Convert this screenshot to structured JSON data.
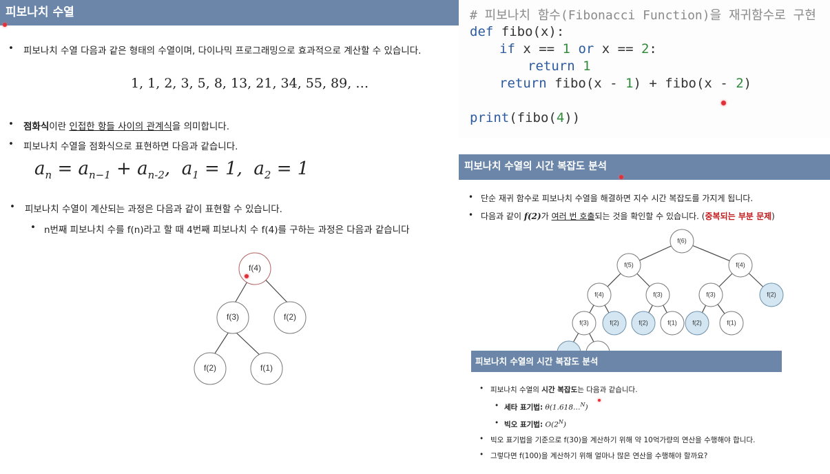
{
  "left": {
    "title": "피보나치 수열",
    "bullet1": "피보나치 수열 다음과 같은 형태의 수열이며, 다이나믹 프로그래밍으로 효과적으로 계산할 수 있습니다.",
    "sequence": "1, 1, 2, 3, 5, 8, 13, 21, 34, 55, 89, …",
    "bullet2_bold": "점화식",
    "bullet2_mid": "이란 ",
    "bullet2_u": "인접한 항들 사이의 관계식",
    "bullet2_end": "을 의미합니다.",
    "bullet3": "피보나치 수열을 점화식으로 표현하면 다음과 같습니다.",
    "bullet4": "피보나치 수열이 계산되는 과정은 다음과 같이 표현할 수 있습니다.",
    "sub_bullet": "n번째 피보나치 수를 f(n)라고 할 때 4번째 피보나치 수 f(4)를 구하는 과정은 다음과 같습니다",
    "tree_labels": [
      "f(4)",
      "f(3)",
      "f(2)",
      "f(2)",
      "f(1)"
    ]
  },
  "code": {
    "line1": "# 피보나치 함수(Fibonacci Function)을 재귀함수로 구현",
    "def": "def",
    "line2_rest": " fibo(x):",
    "if": "if",
    "line3_a": " x == ",
    "one": "1",
    "or": "or",
    "line3_b": " x == ",
    "two": "2",
    "colon": ":",
    "return1": "return",
    "ret_val": "1",
    "return2": "return",
    "line5_a": " fibo(x - ",
    "line5_b": ") + fibo(x - ",
    "line5_c": ")",
    "print_a": "print(fibo(",
    "four": "4",
    "print_b": "))"
  },
  "right1": {
    "title": "피보나치 수열의 시간 복잡도 분석",
    "bullet1": "단순 재귀 함수로 피보나치 수열을 해결하면 지수 시간 복잡도를 가지게 됩니다.",
    "bullet2_a": "다음과 같이 ",
    "bullet2_math": "f(2)",
    "bullet2_b": "가 ",
    "bullet2_u": "여러 번 호출",
    "bullet2_c": "되는 것을 확인할 수 있습니다. (",
    "bullet2_red": "중복되는 부분 문제",
    "bullet2_d": ")",
    "tree_labels": [
      "f(6)",
      "f(5)",
      "f(4)",
      "f(4)",
      "f(3)",
      "f(3)",
      "f(2)",
      "f(3)",
      "f(2)",
      "f(2)",
      "f(1)",
      "f(2)",
      "f(1)"
    ]
  },
  "right2": {
    "title": "피보나치 수열의 시간 복잡도 분석",
    "bullet1_a": "피보나치 수열의 ",
    "bullet1_b": "시간 복잡도",
    "bullet1_c": "는 다음과 같습니다.",
    "theta_label": "세타 표기법",
    "theta_val": "θ(1.618…",
    "theta_sup": "N",
    "theta_end": ")",
    "bigo_label": "빅오 표기법",
    "bigo_val": "O(2",
    "bigo_sup": "N",
    "bigo_end": ")",
    "bullet2": "빅오 표기법을 기준으로 f(30)을 계산하기 위해 약 10억가량의 연산을 수행해야 합니다.",
    "bullet3": "그렇다면 f(100)을 계산하기 위해 얼마나 많은 연산을 수행해야 할까요?"
  },
  "colors": {
    "header": "#6b86a8",
    "highlight_node": "#d3e6f2",
    "emphasis": "#c0181a"
  }
}
